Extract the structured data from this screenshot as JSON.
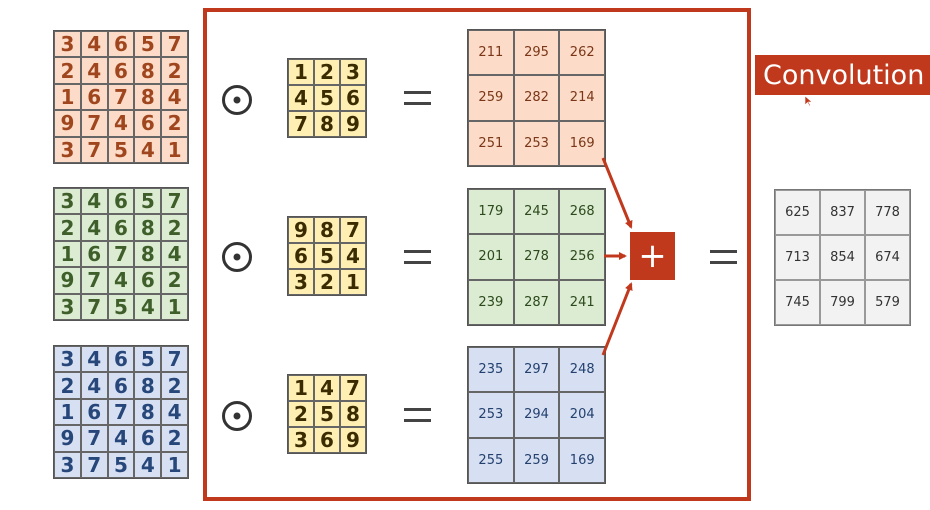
{
  "title": "Convolution",
  "inputs": [
    [
      [
        "3",
        "4",
        "6",
        "5",
        "7"
      ],
      [
        "2",
        "4",
        "6",
        "8",
        "2"
      ],
      [
        "1",
        "6",
        "7",
        "8",
        "4"
      ],
      [
        "9",
        "7",
        "4",
        "6",
        "2"
      ],
      [
        "3",
        "7",
        "5",
        "4",
        "1"
      ]
    ],
    [
      [
        "3",
        "4",
        "6",
        "5",
        "7"
      ],
      [
        "2",
        "4",
        "6",
        "8",
        "2"
      ],
      [
        "1",
        "6",
        "7",
        "8",
        "4"
      ],
      [
        "9",
        "7",
        "4",
        "6",
        "2"
      ],
      [
        "3",
        "7",
        "5",
        "4",
        "1"
      ]
    ],
    [
      [
        "3",
        "4",
        "6",
        "5",
        "7"
      ],
      [
        "2",
        "4",
        "6",
        "8",
        "2"
      ],
      [
        "1",
        "6",
        "7",
        "8",
        "4"
      ],
      [
        "9",
        "7",
        "4",
        "6",
        "2"
      ],
      [
        "3",
        "7",
        "5",
        "4",
        "1"
      ]
    ]
  ],
  "kernels": [
    [
      [
        "1",
        "2",
        "3"
      ],
      [
        "4",
        "5",
        "6"
      ],
      [
        "7",
        "8",
        "9"
      ]
    ],
    [
      [
        "9",
        "8",
        "7"
      ],
      [
        "6",
        "5",
        "4"
      ],
      [
        "3",
        "2",
        "1"
      ]
    ],
    [
      [
        "1",
        "4",
        "7"
      ],
      [
        "2",
        "5",
        "8"
      ],
      [
        "3",
        "6",
        "9"
      ]
    ]
  ],
  "results": [
    [
      [
        "211",
        "295",
        "262"
      ],
      [
        "259",
        "282",
        "214"
      ],
      [
        "251",
        "253",
        "169"
      ]
    ],
    [
      [
        "179",
        "245",
        "268"
      ],
      [
        "201",
        "278",
        "256"
      ],
      [
        "239",
        "287",
        "241"
      ]
    ],
    [
      [
        "235",
        "297",
        "248"
      ],
      [
        "253",
        "294",
        "204"
      ],
      [
        "255",
        "259",
        "169"
      ]
    ]
  ],
  "sum_symbol": "+",
  "final": [
    [
      "625",
      "837",
      "778"
    ],
    [
      "713",
      "854",
      "674"
    ],
    [
      "745",
      "799",
      "579"
    ]
  ],
  "colors": {
    "accent": "#c0391d",
    "orange_fill": "#fcdcc9",
    "green_fill": "#dcecd2",
    "blue_fill": "#d7e0f2",
    "kernel_fill": "#ffefb3",
    "final_fill": "#f2f2f2"
  },
  "icons": [
    "hadamard-product-icon",
    "equals-icon",
    "arrow-icon",
    "cursor-icon"
  ]
}
